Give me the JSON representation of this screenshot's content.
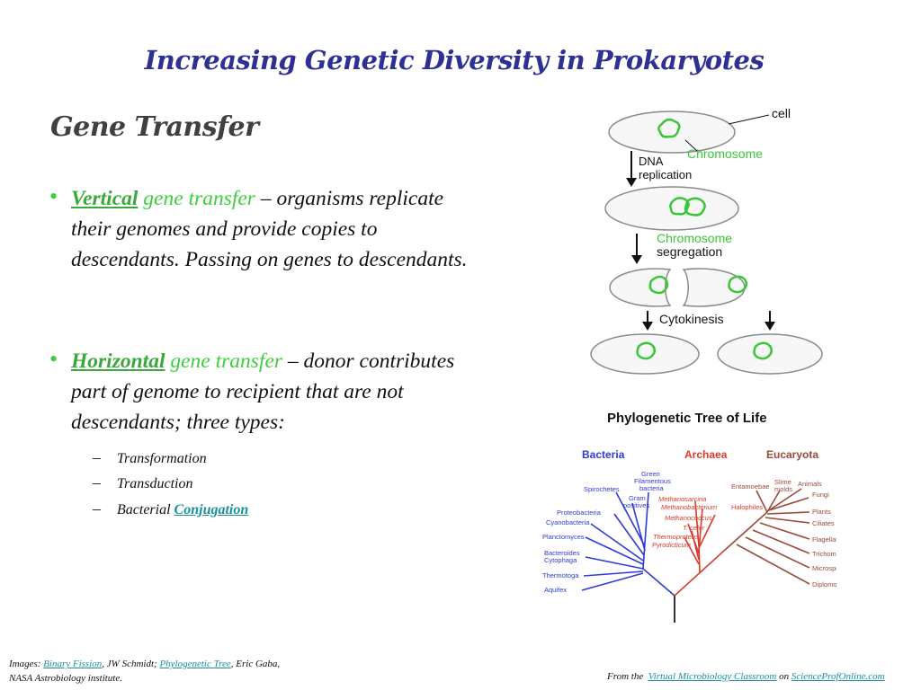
{
  "slide": {
    "title": "Increasing Genetic Diversity in Prokaryotes",
    "subtitle": "Gene Transfer",
    "bullets": [
      {
        "keyword": "Vertical",
        "term": " gene transfer",
        "rest": " – organisms replicate their genomes and provide copies to descendants. Passing on genes to descendants."
      },
      {
        "keyword": "Horizontal",
        "term": " gene transfer",
        "rest": " – donor contributes part of genome to recipient that are not descendants; three types:"
      }
    ],
    "subitems": {
      "transformation": "Transformation",
      "transduction": "Transduction",
      "bacterial_prefix": "Bacterial ",
      "conjugation_link": "Conjugation"
    }
  },
  "fission_diagram": {
    "cell": "cell",
    "chromosome": "Chromosome",
    "dna_line1": "DNA",
    "dna_line2": "replication",
    "seg_line1": "Chromosome",
    "seg_line2": "segregation",
    "cytokinesis": "Cytokinesis"
  },
  "tree": {
    "title": "Phylogenetic Tree of Life",
    "groups": {
      "bacteria": "Bacteria",
      "archaea": "Archaea",
      "eucaryota": "Eucaryota"
    },
    "bacteria_leaves": {
      "green1": "Green",
      "green2": "Filamentous",
      "green3": "bacteria",
      "spirochetes": "Spirochetes",
      "gram1": "Gram",
      "gram2": "positives",
      "proteo": "Proteobacteria",
      "cyano": "Cyanobacteria",
      "plancto": "Planctomyces",
      "bact1": "Bacteroides",
      "bact2": "Cytophaga",
      "thermotoga": "Thermotoga",
      "aquifex": "Aquifex"
    },
    "archaea_leaves": {
      "sarcina": "Methanosarcina",
      "bacterium": "Methanobacterium",
      "coccus": "Methanococcus",
      "halophiles": "Halophiles",
      "tceleri": "T. celer",
      "thermoproteus": "Thermoproteus",
      "pyrodictium": "Pyrodicticum"
    },
    "eucaryota_leaves": {
      "entamoebae": "Entamoebae",
      "slime1": "Slime",
      "slime2": "molds",
      "animals": "Animals",
      "fungi": "Fungi",
      "plants": "Plants",
      "ciliates": "Ciliates",
      "flagellates": "Flagellates",
      "trichomonads": "Trichomonads",
      "microsporidia": "Microsporidia",
      "diplomonads": "Diplomonads"
    }
  },
  "credits": {
    "left_prefix": "Images: ",
    "left_link1": "Binary Fission",
    "left_mid1": ", JW Schmidt; ",
    "left_link2": "Phylogenetic Tree",
    "left_mid2": ", Eric Gaba,",
    "left_line2": "NASA Astrobiology institute.",
    "right_prefix": "From the  ",
    "right_link1": "Virtual Microbiology Classroom",
    "right_mid": " on ",
    "right_link2": "ScienceProfOnline.com"
  },
  "colors": {
    "title": "#2e3192",
    "green": "#3ccf3c",
    "teal_link": "#1a8f9e",
    "bacteria": "#2e3bd9",
    "archaea": "#d93a2b",
    "eucaryota": "#9a4a3a"
  }
}
